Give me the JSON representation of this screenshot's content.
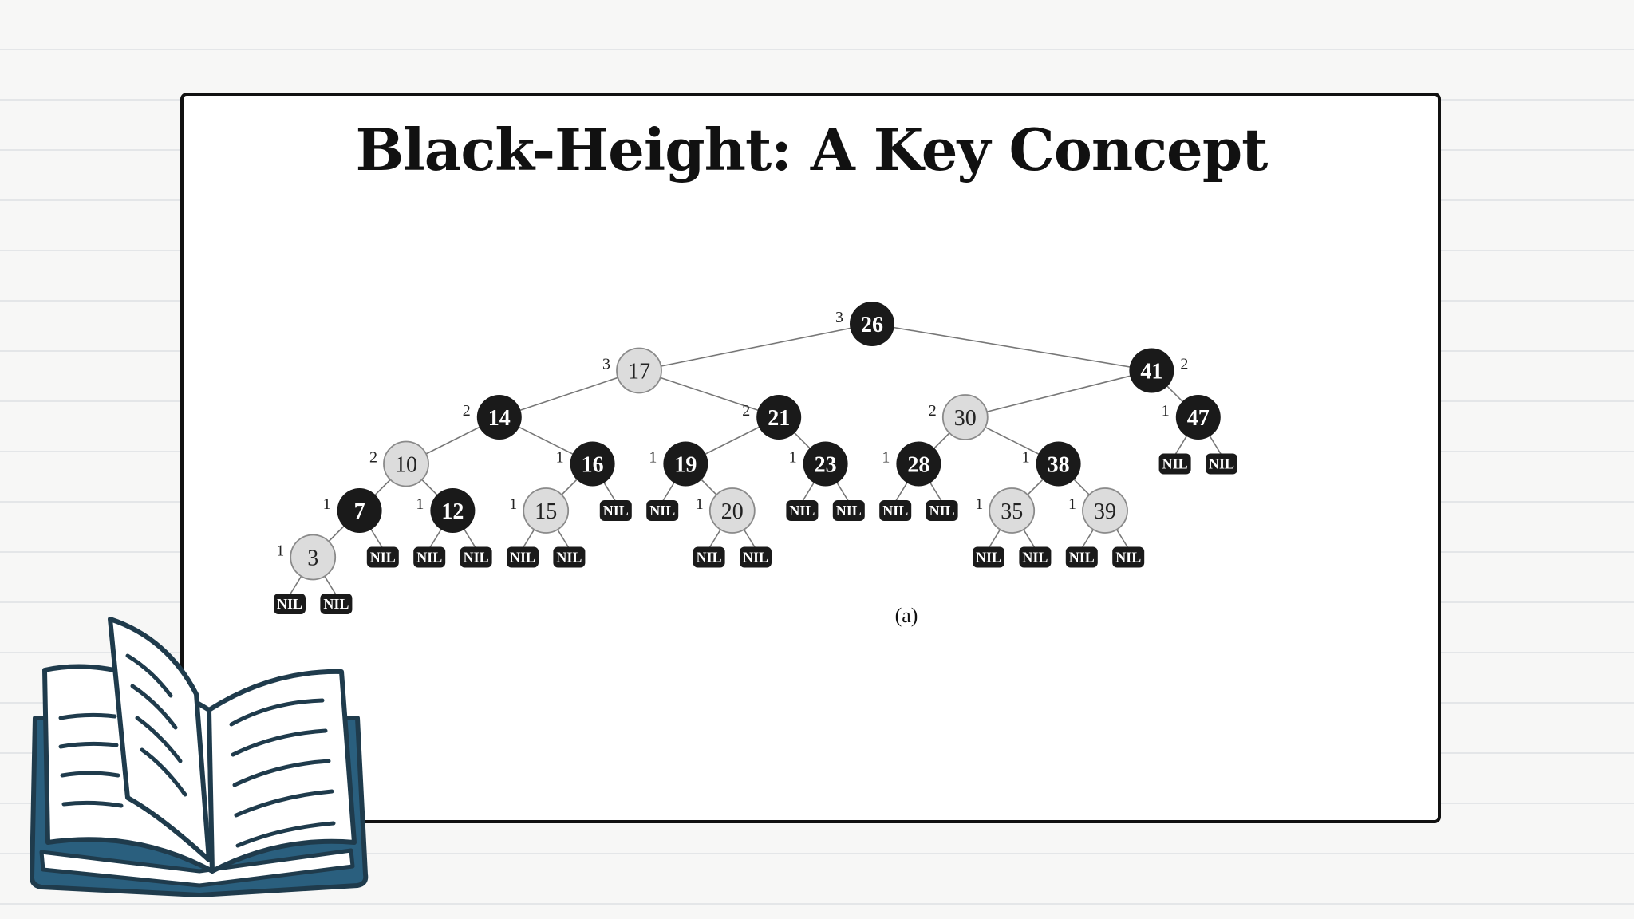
{
  "slide": {
    "title": "Black-Height: A Key Concept",
    "caption": "(a)",
    "book_icon": "open-book-icon"
  },
  "colors": {
    "black_node": "#1a1a1a",
    "red_node": "#dcdcdc",
    "edge": "#777777",
    "book_cover": "#2a5f7e",
    "book_outline": "#1f3b4c"
  },
  "tree": {
    "nil_label": "NIL",
    "nodes": [
      {
        "id": "26",
        "color": "black",
        "bh": "3",
        "bh_side": "left",
        "children": [
          "17",
          "41"
        ]
      },
      {
        "id": "17",
        "color": "red",
        "bh": "3",
        "bh_side": "left",
        "children": [
          "14",
          "21"
        ]
      },
      {
        "id": "41",
        "color": "black",
        "bh": "2",
        "bh_side": "right",
        "children": [
          "30",
          "47"
        ]
      },
      {
        "id": "14",
        "color": "black",
        "bh": "2",
        "bh_side": "left",
        "children": [
          "10",
          "16"
        ]
      },
      {
        "id": "21",
        "color": "black",
        "bh": "2",
        "bh_side": "left",
        "children": [
          "19",
          "23"
        ]
      },
      {
        "id": "30",
        "color": "red",
        "bh": "2",
        "bh_side": "left",
        "children": [
          "28",
          "38"
        ]
      },
      {
        "id": "47",
        "color": "black",
        "bh": "1",
        "bh_side": "left",
        "children": [
          "NIL",
          "NIL"
        ]
      },
      {
        "id": "10",
        "color": "red",
        "bh": "2",
        "bh_side": "left",
        "children": [
          "7",
          "12"
        ]
      },
      {
        "id": "16",
        "color": "black",
        "bh": "1",
        "bh_side": "left",
        "children": [
          "15",
          "NIL"
        ]
      },
      {
        "id": "19",
        "color": "black",
        "bh": "1",
        "bh_side": "left",
        "children": [
          "NIL",
          "20"
        ]
      },
      {
        "id": "23",
        "color": "black",
        "bh": "1",
        "bh_side": "left",
        "children": [
          "NIL",
          "NIL"
        ]
      },
      {
        "id": "28",
        "color": "black",
        "bh": "1",
        "bh_side": "left",
        "children": [
          "NIL",
          "NIL"
        ]
      },
      {
        "id": "38",
        "color": "black",
        "bh": "1",
        "bh_side": "left",
        "children": [
          "35",
          "39"
        ]
      },
      {
        "id": "7",
        "color": "black",
        "bh": "1",
        "bh_side": "left",
        "children": [
          "3",
          "NIL"
        ]
      },
      {
        "id": "12",
        "color": "black",
        "bh": "1",
        "bh_side": "left",
        "children": [
          "NIL",
          "NIL"
        ]
      },
      {
        "id": "15",
        "color": "red",
        "bh": "1",
        "bh_side": "left",
        "children": [
          "NIL",
          "NIL"
        ]
      },
      {
        "id": "20",
        "color": "red",
        "bh": "1",
        "bh_side": "left",
        "children": [
          "NIL",
          "NIL"
        ]
      },
      {
        "id": "35",
        "color": "red",
        "bh": "1",
        "bh_side": "left",
        "children": [
          "NIL",
          "NIL"
        ]
      },
      {
        "id": "39",
        "color": "red",
        "bh": "1",
        "bh_side": "left",
        "children": [
          "NIL",
          "NIL"
        ]
      },
      {
        "id": "3",
        "color": "red",
        "bh": "1",
        "bh_side": "left",
        "children": [
          "NIL",
          "NIL"
        ]
      }
    ]
  }
}
